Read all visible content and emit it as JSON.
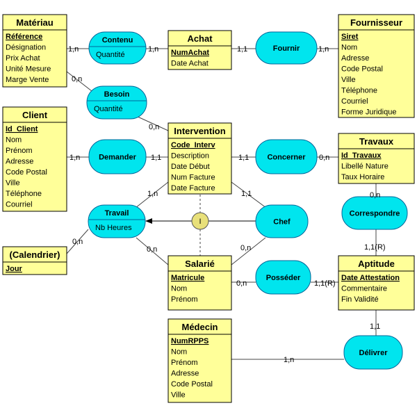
{
  "colors": {
    "entity_fill": "#ffff99",
    "entity_border": "#000000",
    "assoc_fill": "#00e5ee",
    "assoc_border": "#006699",
    "cif_fill": "#e8e07a",
    "line": "#444444"
  },
  "entities": [
    {
      "id": "materiau",
      "title": "Matériau",
      "key": "Référence",
      "attrs": [
        "Désignation",
        "Prix Achat",
        "Unité Mesure",
        "Marge Vente"
      ]
    },
    {
      "id": "achat",
      "title": "Achat",
      "key": "NumAchat",
      "attrs": [
        "Date Achat"
      ]
    },
    {
      "id": "fournisseur",
      "title": "Fournisseur",
      "key": "Siret",
      "attrs": [
        "Nom",
        "Adresse",
        "Code Postal",
        "Ville",
        "Téléphone",
        "Courriel",
        "Forme Juridique"
      ]
    },
    {
      "id": "client",
      "title": "Client",
      "key": "Id_Client",
      "attrs": [
        "Nom",
        "Prénom",
        "Adresse",
        "Code Postal",
        "Ville",
        "Téléphone",
        "Courriel"
      ]
    },
    {
      "id": "intervention",
      "title": "Intervention",
      "key": "Code_Interv",
      "attrs": [
        "Description",
        "Date Début",
        "Num Facture",
        "Date Facture"
      ]
    },
    {
      "id": "travaux",
      "title": "Travaux",
      "key": "Id_Travaux",
      "attrs": [
        "Libellé Nature",
        "Taux Horaire"
      ]
    },
    {
      "id": "calendrier",
      "title": "(Calendrier)",
      "key": "Jour",
      "attrs": []
    },
    {
      "id": "salarie",
      "title": "Salarié",
      "key": "Matricule",
      "attrs": [
        "Nom",
        "Prénom"
      ]
    },
    {
      "id": "aptitude",
      "title": "Aptitude",
      "key": "Date Attestation",
      "attrs": [
        "Commentaire",
        "Fin Validité"
      ]
    },
    {
      "id": "medecin",
      "title": "Médecin",
      "key": "NumRPPS",
      "attrs": [
        "Nom",
        "Prénom",
        "Adresse",
        "Code Postal",
        "Ville"
      ]
    }
  ],
  "associations": [
    {
      "id": "contenu",
      "name": "Contenu",
      "attrs": [
        "Quantité"
      ]
    },
    {
      "id": "fournir",
      "name": "Fournir",
      "attrs": []
    },
    {
      "id": "besoin",
      "name": "Besoin",
      "attrs": [
        "Quantité"
      ]
    },
    {
      "id": "demander",
      "name": "Demander",
      "attrs": []
    },
    {
      "id": "concerner",
      "name": "Concerner",
      "attrs": []
    },
    {
      "id": "travail",
      "name": "Travail",
      "attrs": [
        "Nb Heures"
      ]
    },
    {
      "id": "chef",
      "name": "Chef",
      "attrs": []
    },
    {
      "id": "correspondre",
      "name": "Correspondre",
      "attrs": []
    },
    {
      "id": "posseder",
      "name": "Posséder",
      "attrs": []
    },
    {
      "id": "delivrer",
      "name": "Délivrer",
      "attrs": []
    }
  ],
  "cif": {
    "label": "I"
  },
  "cardinalities": [
    {
      "id": "materiau-contenu",
      "text": "1,n"
    },
    {
      "id": "contenu-achat",
      "text": "1,n"
    },
    {
      "id": "achat-fournir",
      "text": "1,1"
    },
    {
      "id": "fournir-fournisseur",
      "text": "1,n"
    },
    {
      "id": "materiau-besoin",
      "text": "0,n"
    },
    {
      "id": "besoin-intervention",
      "text": "0,n"
    },
    {
      "id": "client-demander",
      "text": "1,n"
    },
    {
      "id": "demander-intervention",
      "text": "1,1"
    },
    {
      "id": "intervention-concerner",
      "text": "1,1"
    },
    {
      "id": "concerner-travaux",
      "text": "0,n"
    },
    {
      "id": "intervention-travail",
      "text": "1,n"
    },
    {
      "id": "intervention-chef",
      "text": "1,1"
    },
    {
      "id": "travaux-correspondre",
      "text": "0,n"
    },
    {
      "id": "calendrier-travail",
      "text": "0,n"
    },
    {
      "id": "travail-salarie",
      "text": "0,n"
    },
    {
      "id": "chef-salarie",
      "text": "0,n"
    },
    {
      "id": "correspondre-aptitude",
      "text": "1,1(R)"
    },
    {
      "id": "salarie-posseder",
      "text": "0,n"
    },
    {
      "id": "posseder-aptitude",
      "text": "1,1(R)"
    },
    {
      "id": "aptitude-delivrer",
      "text": "1,1"
    },
    {
      "id": "medecin-delivrer",
      "text": "1,n"
    }
  ]
}
